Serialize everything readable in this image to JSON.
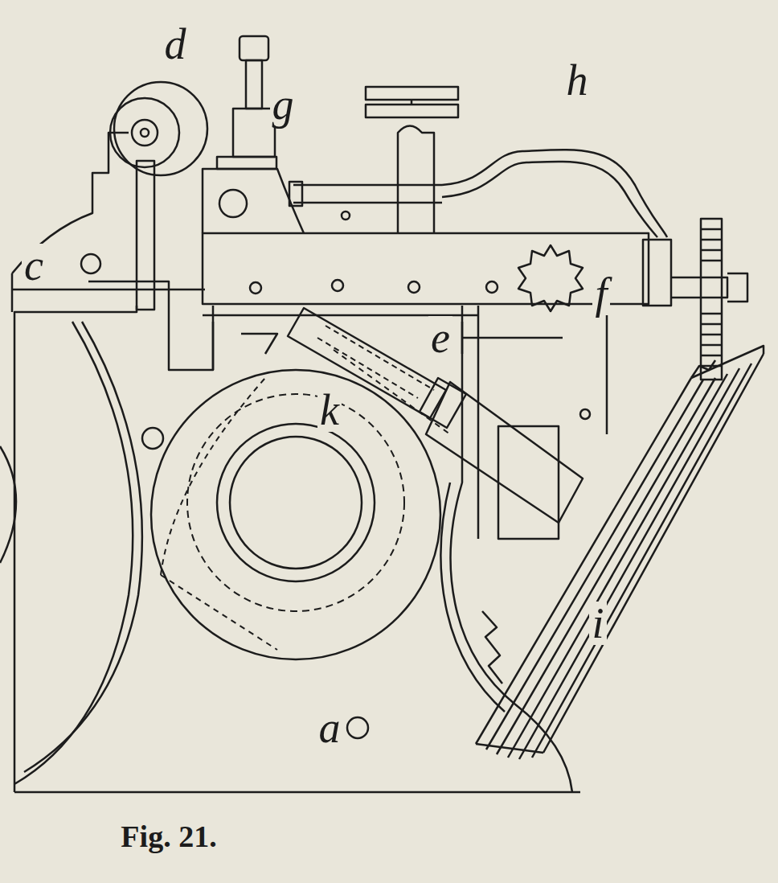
{
  "diagram": {
    "caption": "Fig. 21.",
    "labels": [
      "d",
      "g",
      "h",
      "c",
      "f",
      "e",
      "k",
      "i",
      "a"
    ]
  }
}
